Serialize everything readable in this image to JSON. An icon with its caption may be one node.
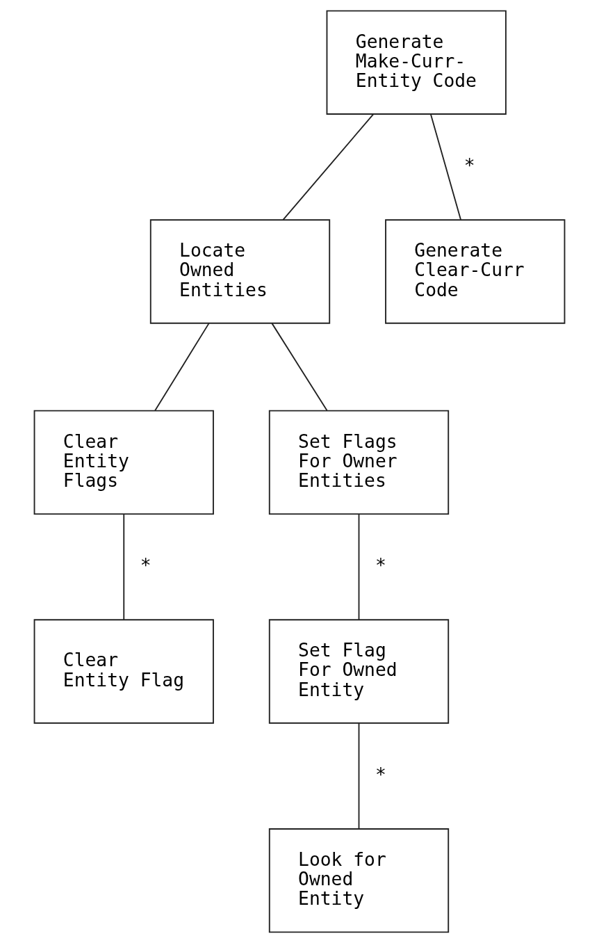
{
  "diagram": {
    "nodes": [
      {
        "text": [
          "Generate Make-Curr-Entity Code"
        ]
      },
      {
        "text": [
          "Locate Owned Entities"
        ]
      },
      {
        "text": [
          "Generate Clear-Curr Code"
        ]
      },
      {
        "text": [
          "Clear Entity Flags"
        ]
      },
      {
        "text": [
          "Set Flags For Owner Entities"
        ]
      },
      {
        "text": [
          "Clear Entity Flag"
        ]
      },
      {
        "text": [
          "Set Flag For Owned Entity"
        ]
      },
      {
        "text": [
          "Look for Owned Entity"
        ]
      }
    ],
    "edges": [
      {
        "from": 0,
        "to": 1,
        "arrow": "none"
      },
      {
        "from": 0,
        "to": 2,
        "arrow": "none",
        "label": "*"
      },
      {
        "from": 1,
        "to": 3,
        "arrow": "none"
      },
      {
        "from": 1,
        "to": 4,
        "arrow": "none"
      },
      {
        "from": 3,
        "to": 5,
        "arrow": "none",
        "label": "*"
      },
      {
        "from": 4,
        "to": 6,
        "arrow": "none",
        "label": "*"
      },
      {
        "from": 6,
        "to": 7,
        "arrow": "none",
        "label": "*"
      }
    ]
  }
}
